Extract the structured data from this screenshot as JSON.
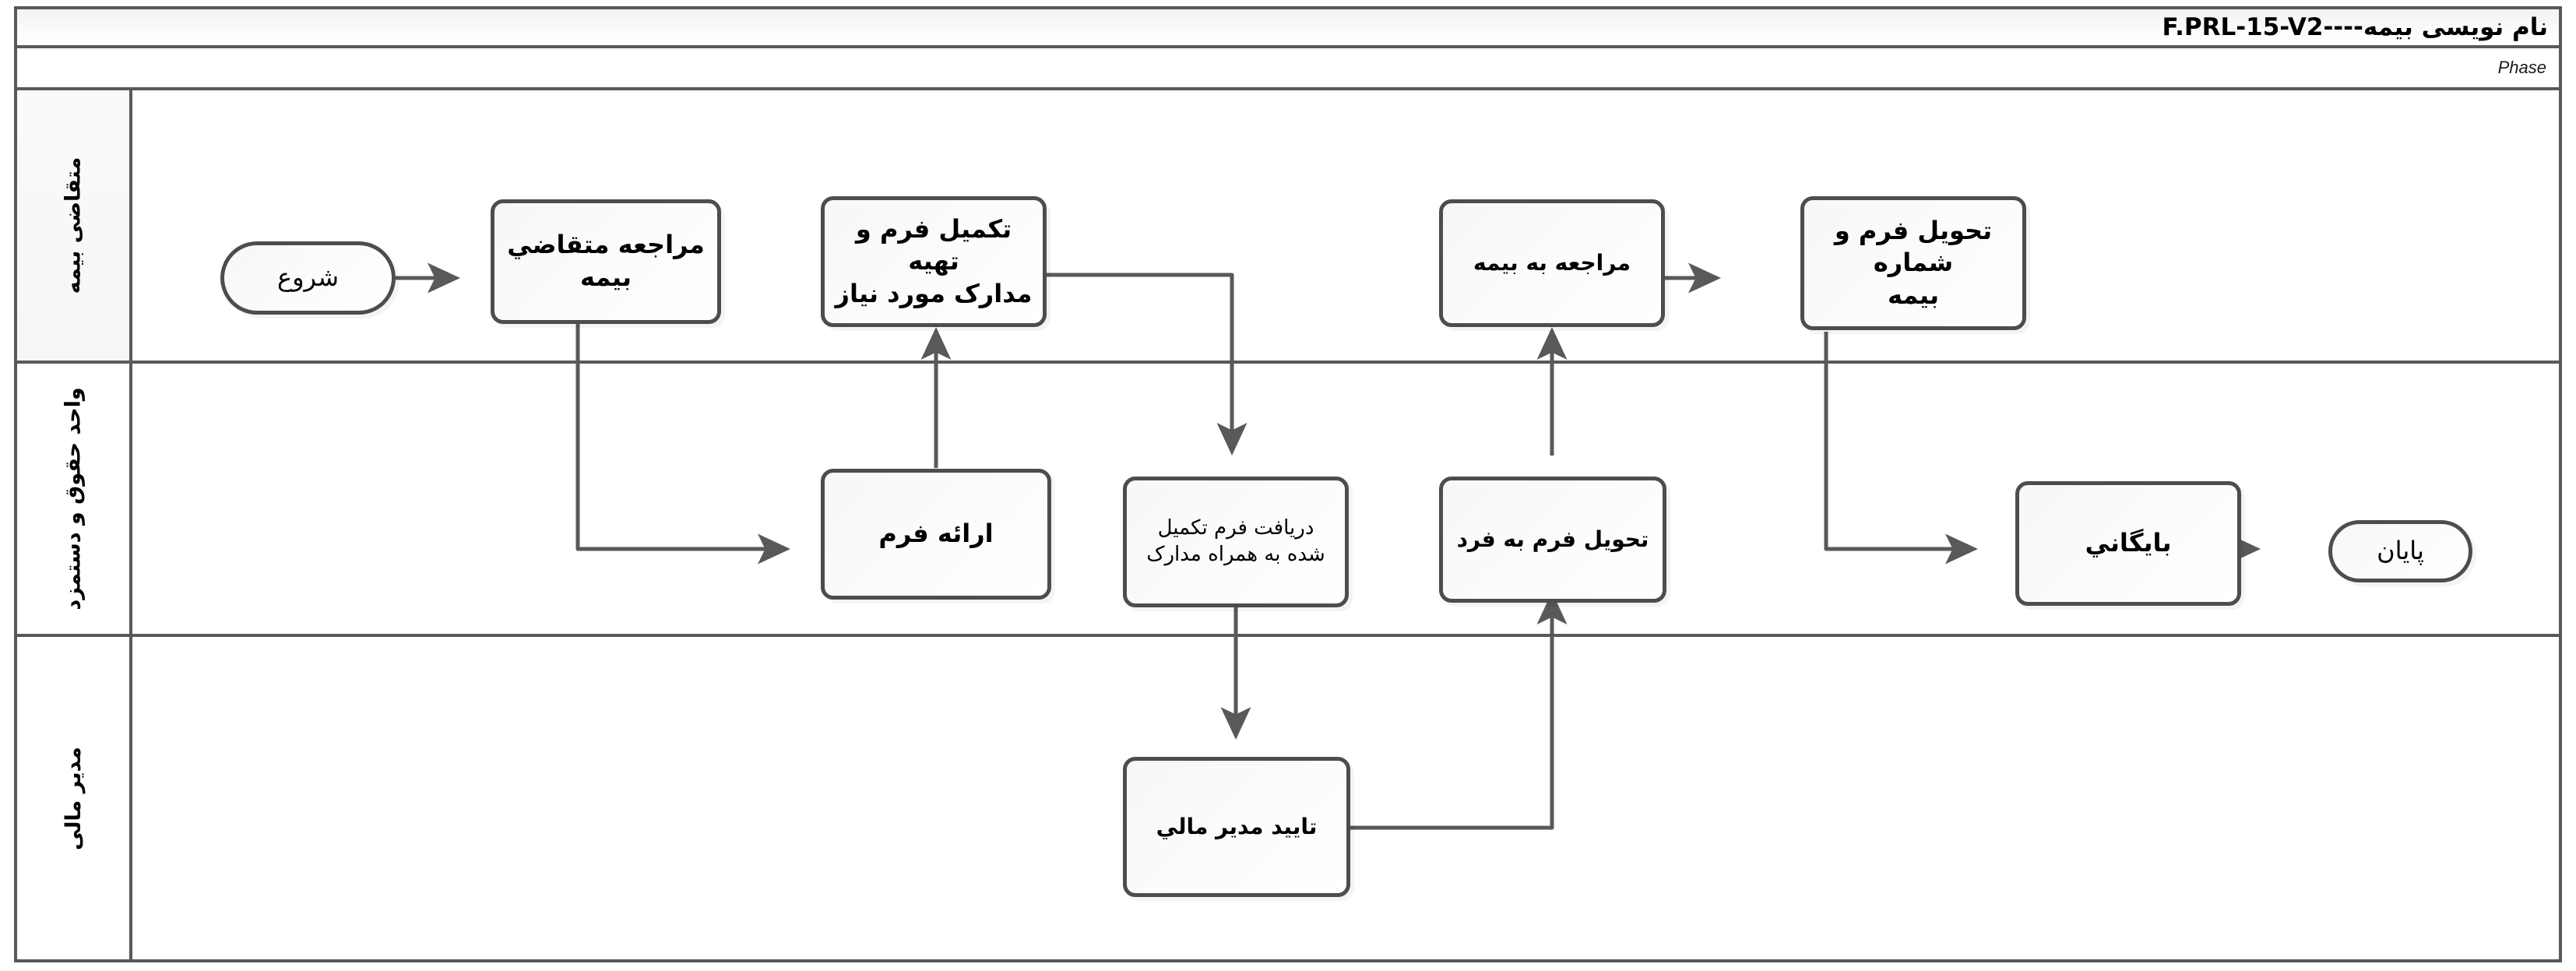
{
  "header": {
    "title": "نام نویسی بیمه----F.PRL-15-V2",
    "phase_label": "Phase"
  },
  "lanes": [
    {
      "id": "lane-applicant",
      "label": "متقاضی بیمه"
    },
    {
      "id": "lane-payroll",
      "label": "واحد حقوق و دستمزد"
    },
    {
      "id": "lane-finance",
      "label": "مدیر مالی"
    }
  ],
  "nodes": [
    {
      "id": "start",
      "label": "شروع",
      "shape": "event",
      "lane": 0
    },
    {
      "id": "applicant-visit",
      "label": "مراجعه متقاضي بیمه",
      "shape": "task",
      "lane": 0
    },
    {
      "id": "fill-form",
      "label": "تکمیل فرم  و تهیه\nمدارک مورد نیاز",
      "shape": "task",
      "lane": 0
    },
    {
      "id": "visit-insurance",
      "label": "مراجعه به بیمه",
      "shape": "task",
      "lane": 0
    },
    {
      "id": "deliver-form-no",
      "label": "تحویل فرم و شماره\nبیمه",
      "shape": "task",
      "lane": 0
    },
    {
      "id": "provide-form",
      "label": "ارائه فرم",
      "shape": "task",
      "lane": 1
    },
    {
      "id": "receive-form",
      "label": "دریافت فرم تکمیل\nشده به همراه مدارک",
      "shape": "task",
      "lane": 1
    },
    {
      "id": "deliver-to-person",
      "label": "تحویل فرم به فرد",
      "shape": "task",
      "lane": 1
    },
    {
      "id": "archive",
      "label": "بایگاني",
      "shape": "task",
      "lane": 1
    },
    {
      "id": "end",
      "label": "پایان",
      "shape": "event",
      "lane": 1
    },
    {
      "id": "finance-approve",
      "label": "تایید مدیر مالي",
      "shape": "task",
      "lane": 2
    }
  ],
  "edges": [
    {
      "from": "start",
      "to": "applicant-visit"
    },
    {
      "from": "applicant-visit",
      "to": "provide-form"
    },
    {
      "from": "provide-form",
      "to": "fill-form"
    },
    {
      "from": "fill-form",
      "to": "receive-form"
    },
    {
      "from": "receive-form",
      "to": "finance-approve"
    },
    {
      "from": "finance-approve",
      "to": "deliver-to-person"
    },
    {
      "from": "deliver-to-person",
      "to": "visit-insurance"
    },
    {
      "from": "visit-insurance",
      "to": "deliver-form-no"
    },
    {
      "from": "deliver-form-no",
      "to": "archive"
    },
    {
      "from": "archive",
      "to": "end"
    }
  ],
  "colors": {
    "frame_border": "#595959",
    "node_border": "#4d4d4d",
    "connector": "#595959",
    "lane_shade": "#f7f7f7",
    "background": "#ffffff"
  }
}
